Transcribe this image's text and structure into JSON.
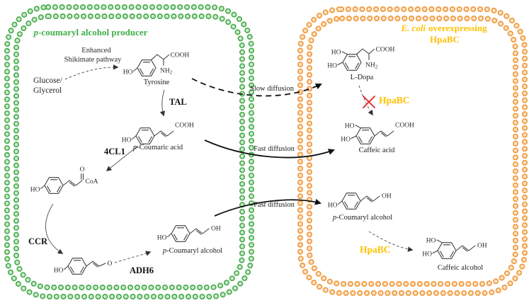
{
  "colors": {
    "green_membrane": "#4aad4e",
    "green_membrane_light": "#cfeacf",
    "green_title": "#3fae49",
    "orange_membrane": "#f09a3e",
    "orange_membrane_light": "#fce3c5",
    "gold": "#ffc000",
    "blocked_red": "#e8262a",
    "ink": "#1c1c1c"
  },
  "atoms": {
    "ho": "HO",
    "oh": "OH",
    "cooh": "COOH",
    "nh": "NH",
    "nh_sub": "2",
    "o": "O",
    "coa": "CoA"
  },
  "left_cell": {
    "title": {
      "prefix": "p",
      "rest": "-coumaryl alcohol producer"
    },
    "pathway_note": {
      "line1": "Enhanced",
      "line2": "Shikimate pathway"
    },
    "substrate": {
      "line1": "Glucose/",
      "line2": "Glycerol"
    },
    "enzymes": {
      "tal": "TAL",
      "cl1": "4CL1",
      "ccr": "CCR",
      "adh6": "ADH6"
    },
    "molecules": {
      "tyrosine": {
        "name": "Tyrosine"
      },
      "coumaric_acid": {
        "prefix": "p",
        "rest": "-Coumaric acid"
      },
      "coumaryl_alcohol": {
        "prefix": "p",
        "rest": "-Coumaryl alcohol"
      }
    }
  },
  "right_cell": {
    "title": {
      "prefix": "E. coli",
      "rest": "overexpressing",
      "line2": "HpaBC"
    },
    "hpabc_blocked": "HpaBC",
    "hpabc_active": "HpaBC",
    "molecules": {
      "l_dopa": {
        "name": "L-Dopa"
      },
      "caffeic_acid": {
        "name": "Caffeic acid"
      },
      "coumaryl_alcohol": {
        "prefix": "p",
        "rest": "-Coumaryl alcohol"
      },
      "caffeic_alcohol": {
        "name": "Caffeic alcohol"
      }
    }
  },
  "transport": {
    "slow": "Slow diffusion",
    "fast_acid": "Fast diffusion",
    "fast_alcohol": "Fast diffusion"
  }
}
